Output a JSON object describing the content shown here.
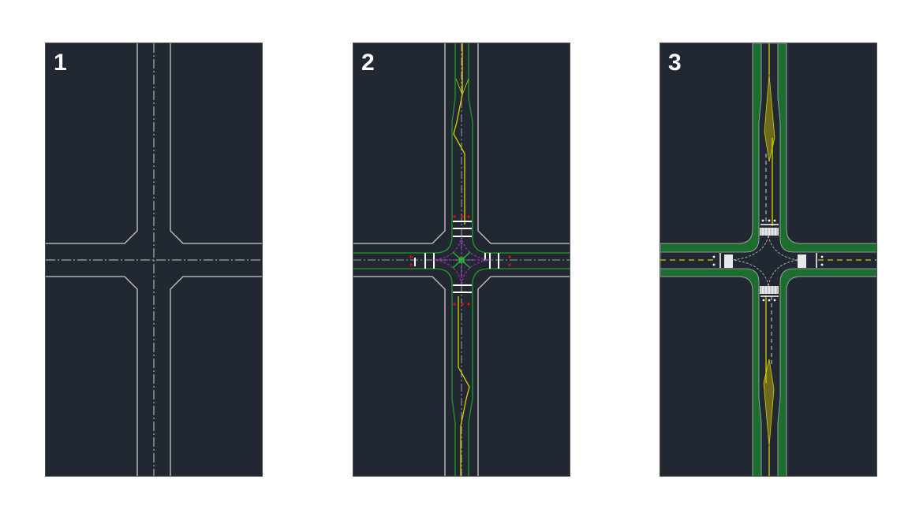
{
  "panels": [
    {
      "label": "1",
      "stage": "outline"
    },
    {
      "label": "2",
      "stage": "design"
    },
    {
      "label": "3",
      "stage": "rendered"
    }
  ],
  "colors": {
    "background": "#222831",
    "curb": "#c8c8c8",
    "green_line": "#1f9a2a",
    "sidewalk": "#1b6e2e",
    "yellow": "#d8d000",
    "magenta": "#b030c0",
    "red": "#e01010",
    "white": "#ffffff"
  }
}
